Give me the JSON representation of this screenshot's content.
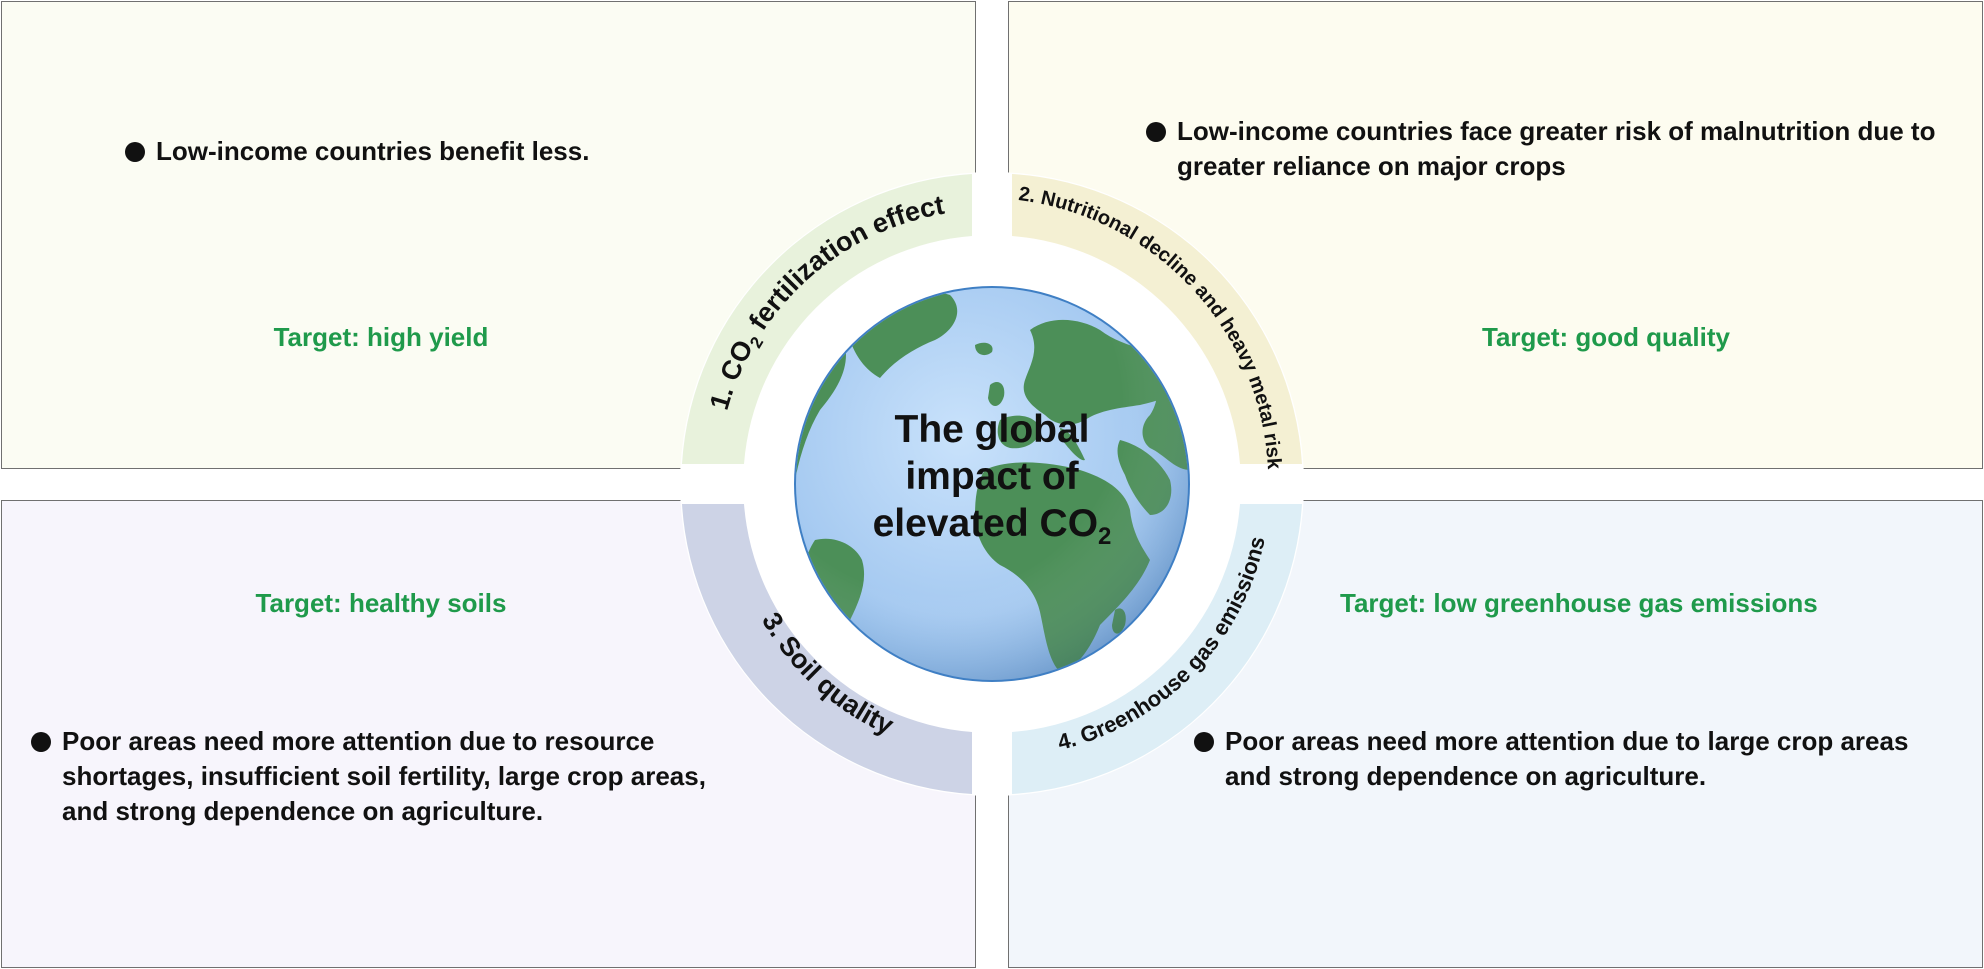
{
  "panels": {
    "top_left": {
      "bullet": "Low-income countries benefit less.",
      "target": "Target: high yield"
    },
    "top_right": {
      "bullet": "Low-income countries face greater risk of malnutrition due to greater reliance on major crops",
      "target": "Target: good quality"
    },
    "bottom_left": {
      "target": "Target: healthy soils",
      "bullet": "Poor areas need more attention due to resource shortages, insufficient soil fertility, large crop areas, and strong dependence on agriculture."
    },
    "bottom_right": {
      "target": "Target: low greenhouse gas emissions",
      "bullet": "Poor areas need more attention due to large crop areas and strong dependence on agriculture."
    }
  },
  "ring": {
    "seg1": {
      "prefix": "1. CO",
      "sub": "2",
      "suffix": " fertilization effect"
    },
    "seg2": "2. Nutritional decline and heavy metal risk",
    "seg3": "3. Soil quality",
    "seg4": "4. Greenhouse gas emissions"
  },
  "center": {
    "line1": "The global",
    "line2": "impact of",
    "line3": "elevated CO",
    "line3_sub": "2"
  },
  "colors": {
    "target_green": "#1f9a4b",
    "seg1_fill": "#e8f2dc",
    "seg2_fill": "#f4f0d3",
    "seg3_fill": "#cdd3e6",
    "seg4_fill": "#ddeef6",
    "ocean": "#a9cdf3",
    "land": "#4c8f58"
  }
}
